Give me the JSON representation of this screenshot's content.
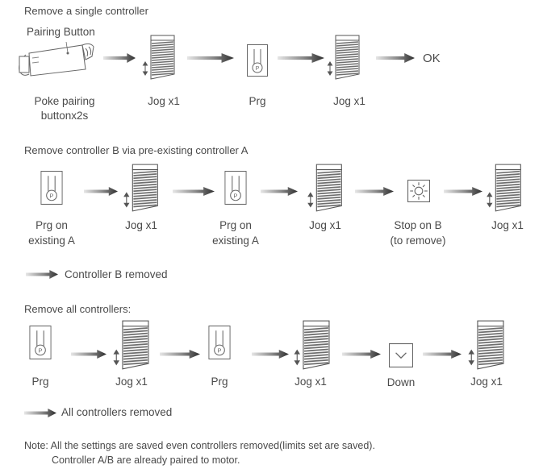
{
  "sections": {
    "single": {
      "title": "Remove a single controller",
      "callout": "Pairing Button",
      "ok": "OK",
      "labels": {
        "poke_line1": "Poke pairing",
        "poke_line2": "buttonx2s",
        "jog1": "Jog x1",
        "prg": "Prg",
        "jog2": "Jog x1"
      }
    },
    "via_a": {
      "title": "Remove controller B via pre-existing controller A",
      "labels": {
        "prg1_line1": "Prg on",
        "prg1_line2": "existing A",
        "jog1": "Jog x1",
        "prg2_line1": "Prg on",
        "prg2_line2": "existing A",
        "jog2": "Jog x1",
        "stop_line1": "Stop on B",
        "stop_line2": "(to remove)",
        "jog3": "Jog x1"
      },
      "result": "Controller B removed"
    },
    "all": {
      "title": "Remove all controllers:",
      "labels": {
        "prg1": "Prg",
        "jog1": "Jog x1",
        "prg2": "Prg",
        "jog2": "Jog x1",
        "down": "Down",
        "jog3": "Jog x1"
      },
      "result": "All controllers removed"
    }
  },
  "note": {
    "line1": "Note: All the settings are saved even controllers removed(limits set are saved).",
    "line2": "Controller A/B are already paired to motor."
  },
  "colors": {
    "arrow": "#4d4d4d",
    "blind_stripe": "#6e6e6e",
    "text": "#4a4a4a"
  }
}
